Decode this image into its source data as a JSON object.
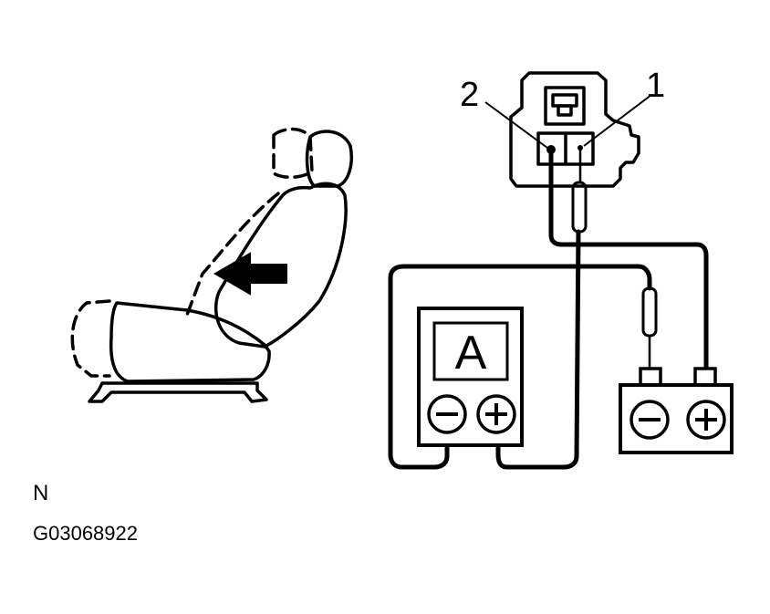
{
  "diagram": {
    "pin_labels": {
      "pin2": "2",
      "pin1": "1"
    },
    "ammeter": {
      "label": "A",
      "minus_symbol": "−",
      "plus_symbol": "+"
    },
    "battery": {
      "minus_symbol": "−",
      "plus_symbol": "+"
    }
  },
  "footer": {
    "code_letter": "N",
    "figure_id": "G03068922"
  },
  "colors": {
    "ink": "#000000",
    "background": "#ffffff"
  }
}
